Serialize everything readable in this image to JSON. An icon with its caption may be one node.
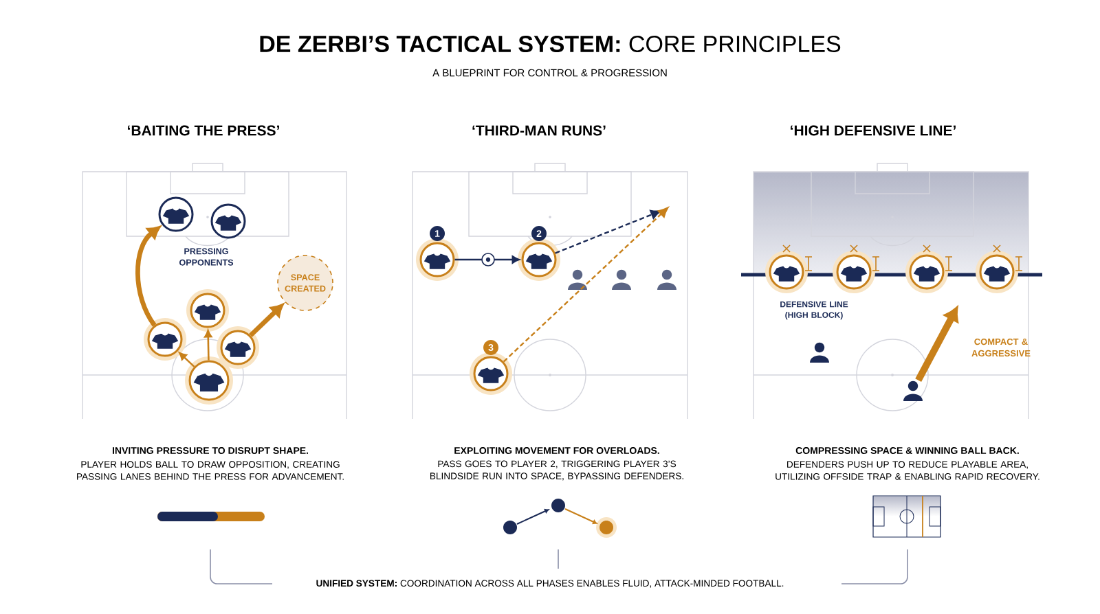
{
  "diagram": {
    "title": "**DE ZERBI’S TACTICAL SYSTEM:** CORE PRINCIPLES",
    "nodes": [
      {
        "text": [],
        "shape": "circle"
      },
      {
        "text": [],
        "shape": "circle"
      },
      {
        "text": [
          "SPACE CREATED"
        ]
      },
      {
        "text": [],
        "shape": "circle"
      },
      {
        "text": [],
        "shape": "circle"
      },
      {
        "text": [],
        "shape": "circle"
      },
      {
        "text": [],
        "shape": "circle"
      },
      {
        "text": [],
        "shape": "circle",
        "beside": [
          "1"
        ]
      },
      {
        "text": [],
        "shape": "circle",
        "beside": [
          "2"
        ]
      },
      {
        "text": [],
        "shape": "person"
      },
      {
        "text": [],
        "shape": "person"
      },
      {
        "text": [],
        "shape": "person"
      },
      {
        "text": [],
        "shape": "circle",
        "beside": [
          "3"
        ]
      },
      {
        "text": [],
        "shape": "circle"
      },
      {
        "text": [],
        "shape": "circle"
      },
      {
        "text": [],
        "shape": "circle"
      },
      {
        "text": [],
        "shape": "circle"
      },
      {
        "text": [],
        "shape": "person"
      },
      {
        "text": [],
        "shape": "person"
      }
    ],
    "edges": [
      {
        "from": 3,
        "to": 0,
        "arrow": "to",
        "style": "thick"
      },
      {
        "from": 6,
        "to": 3,
        "arrow": "to"
      },
      {
        "from": 6,
        "to": 4,
        "arrow": "to"
      },
      {
        "from": 5,
        "to": 2,
        "arrow": "to",
        "style": "thick"
      },
      {
        "from": 7,
        "to": 8,
        "arrow": "to",
        "color": "#1b2a56"
      },
      {
        "from": 8,
        "to": null,
        "arrow": "to",
        "style": "dashed",
        "color": "#1b2a56"
      },
      {
        "from": 12,
        "to": null,
        "arrow": "to",
        "style": "dashed"
      },
      {
        "from": 18,
        "to": null,
        "arrow": "to",
        "style": "thick"
      }
    ],
    "labels": [
      "A BLUEPRINT FOR CONTROL & PROGRESSION",
      "‘BAITING THE PRESS’",
      "‘THIRD-MAN RUNS’",
      "‘HIGH DEFENSIVE LINE’",
      "PRESSING OPPONENTS",
      "DEFENSIVE LINE (HIGH BLOCK)",
      "COMPACT & AGGRESSIVE",
      "INVITING PRESSURE TO DISRUPT SHAPE.",
      "EXPLOITING MOVEMENT FOR OVERLOADS.",
      "COMPRESSING SPACE & WINNING BALL BACK.",
      "PLAYER HOLDS BALL TO DRAW OPPOSITION, CREATING PASSING LANES BEHIND THE PRESS FOR ADVANCEMENT.",
      "PASS GOES TO PLAYER 2, TRIGGERING PLAYER 3’S BLINDSIDE RUN INTO SPACE, BYPASSING DEFENDERS.",
      "DEFENDERS PUSH UP TO REDUCE PLAYABLE AREA, UTILIZING OFFSIDE TRAP & ENABLING RAPID RECOVERY.",
      "**UNIFIED SYSTEM:** COORDINATION ACROSS ALL PHASES ENABLES FLUID, ATTACK-MINDED FOOTBALL."
    ]
  }
}
